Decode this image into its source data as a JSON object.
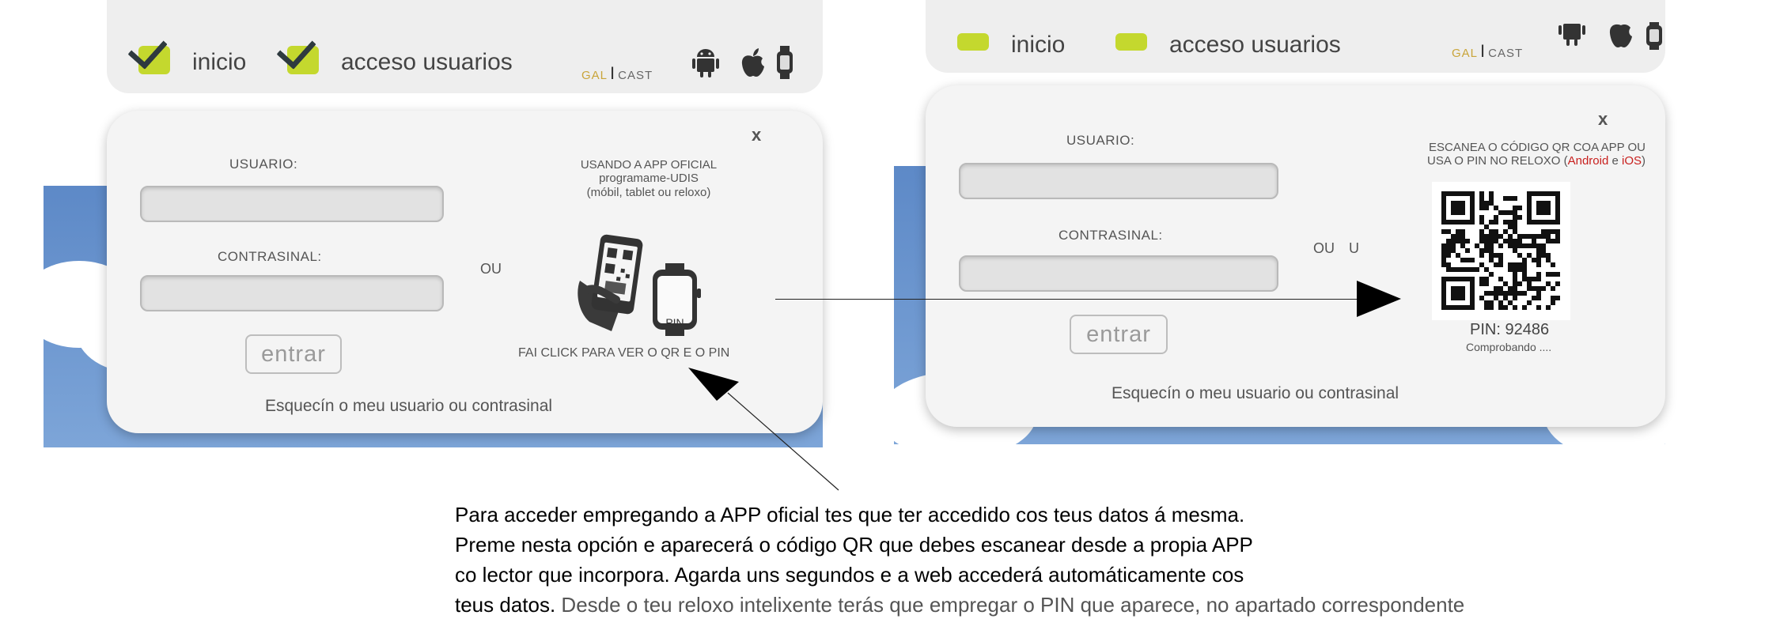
{
  "nav": {
    "home": "inicio",
    "access": "acceso usuarios",
    "lang_gal": "GAL",
    "lang_sep": "I",
    "lang_cast": "CAST"
  },
  "left_panel": {
    "close": "x",
    "user_label": "USUARIO:",
    "password_label": "CONTRASINAL:",
    "or": "OU",
    "enter": "entrar",
    "forgot": "Esquecín o meu usuario ou contrasinal",
    "app_line1": "USANDO A APP OFICIAL",
    "app_line2": "programame-UDIS",
    "app_line3": "(móbil, tablet ou reloxo)",
    "watch_pin": "PIN",
    "click_text": "FAI CLICK PARA VER O QR E O PIN"
  },
  "right_panel": {
    "close": "x",
    "user_label": "USUARIO:",
    "password_label": "CONTRASINAL:",
    "or": "OU",
    "or_extra": "U",
    "enter": "entrar",
    "forgot": "Esquecín o meu usuario ou contrasinal",
    "scan_line1": "ESCANEA O CÓDIGO QR COA APP OU",
    "scan_line2_prefix": "USA O PIN NO RELOXO (",
    "android": "Android",
    "and_word": " e ",
    "ios": "iOS",
    "scan_line2_suffix": ")",
    "pin": "PIN: 92486",
    "checking": "Comprobando ...."
  },
  "caption": {
    "line1": "Para acceder empregando a APP oficial tes que ter accedido cos teus datos á mesma.",
    "line2": "Preme nesta opción e aparecerá o código QR que debes escanear desde a propia APP",
    "line3": "co lector que incorpora. Agarda uns segundos e a web accederá automáticamente cos",
    "line4_main": "teus datos.",
    "line4_muted": " Desde o teu reloxo intelixente terás que empregar o PIN que aparece, no apartado correspondente"
  },
  "icons": {
    "check": "check-icon",
    "android": "android-icon",
    "apple": "apple-icon",
    "watch": "watch-icon",
    "phone": "phone-qr-icon",
    "qr": "qr-code"
  },
  "colors": {
    "accent_green": "#c4d82e",
    "sky_blue": "#6b95cf",
    "panel_bg": "#f4f4f4",
    "android_red": "#c8201e"
  }
}
